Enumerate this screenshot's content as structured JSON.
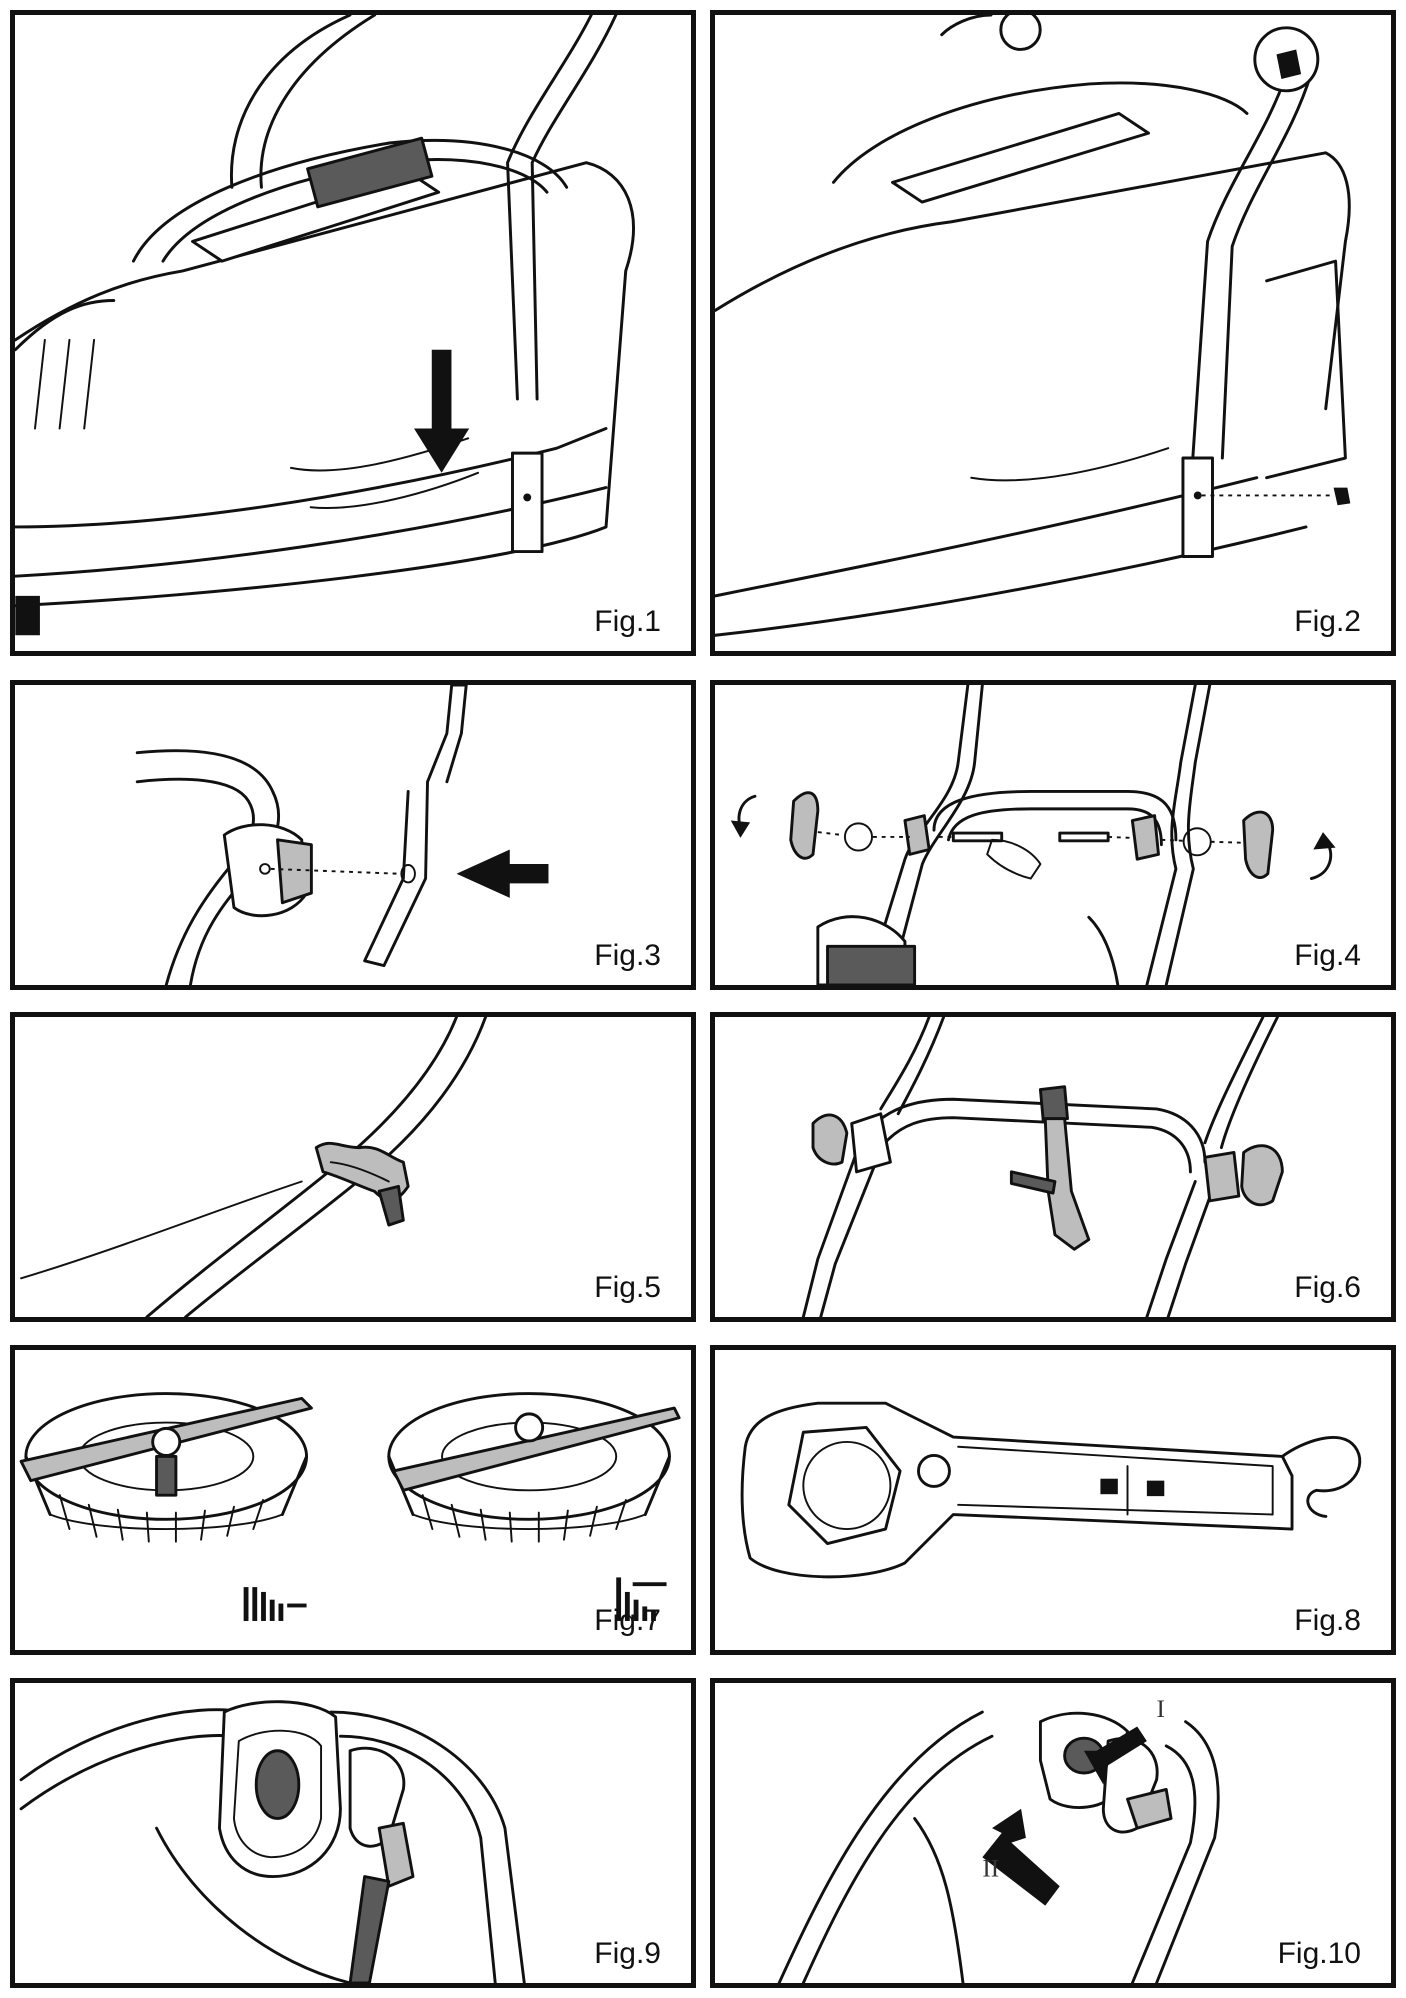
{
  "figures": [
    {
      "id": "fig1",
      "caption": "Fig.1",
      "depicts": "mower-body-handle-insert"
    },
    {
      "id": "fig2",
      "caption": "Fig.2",
      "depicts": "handle-screw-fix"
    },
    {
      "id": "fig3",
      "caption": "Fig.3",
      "depicts": "upper-handle-knob"
    },
    {
      "id": "fig4",
      "caption": "Fig.4",
      "depicts": "handle-knobs-bolts"
    },
    {
      "id": "fig5",
      "caption": "Fig.5",
      "depicts": "cable-clip"
    },
    {
      "id": "fig6",
      "caption": "Fig.6",
      "depicts": "handle-bracket"
    },
    {
      "id": "fig7",
      "caption": "Fig.7",
      "depicts": "blade-height-spacers"
    },
    {
      "id": "fig8",
      "caption": "Fig.8",
      "depicts": "spanner-tool"
    },
    {
      "id": "fig9",
      "caption": "Fig.9",
      "depicts": "switch-box-cable"
    },
    {
      "id": "fig10",
      "caption": "Fig.10",
      "depicts": "switch-operation",
      "labels": [
        "I",
        "II"
      ]
    }
  ]
}
